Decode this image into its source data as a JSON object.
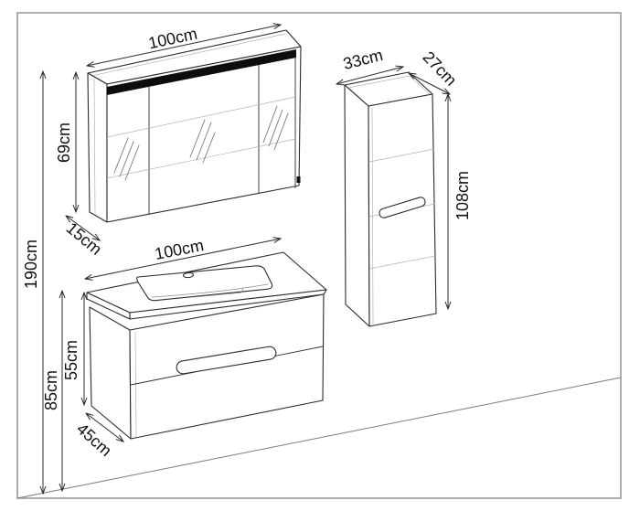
{
  "diagram": {
    "unit": "cm",
    "colors": {
      "line": "#2b2b2b",
      "frame": "#9a9a9a",
      "led_strip": "#0d0d0d",
      "background": "#ffffff"
    },
    "room": {
      "height_label": "190cm"
    },
    "mirror_cabinet": {
      "width_label": "100cm",
      "height_label": "69cm",
      "depth_label": "15cm"
    },
    "side_cabinet": {
      "width_label": "33cm",
      "depth_label": "27cm",
      "height_label": "108cm"
    },
    "vanity_unit": {
      "width_label": "100cm",
      "height_label": "55cm",
      "depth_label": "45cm",
      "counter_height_label": "85cm"
    }
  }
}
